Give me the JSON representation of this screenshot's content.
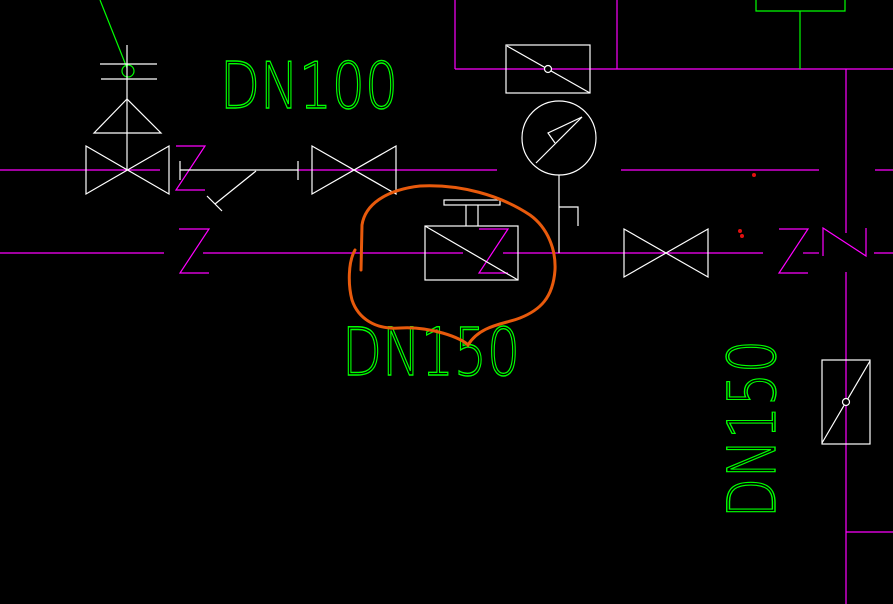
{
  "labels": {
    "pipe_top": "DN100",
    "pipe_bottom": "DN150",
    "pipe_vertical": "DN150",
    "z_marker_1": "Z",
    "z_marker_2": "Z",
    "z_marker_3": "Z",
    "z_marker_4": "Z",
    "n_marker": "N"
  },
  "colors": {
    "background": "#000000",
    "pipe": "#ff00ff",
    "symbol": "#ffffff",
    "text": "#00ff00",
    "annotation": "#e85a0c",
    "marker_dot": "#e01010"
  }
}
